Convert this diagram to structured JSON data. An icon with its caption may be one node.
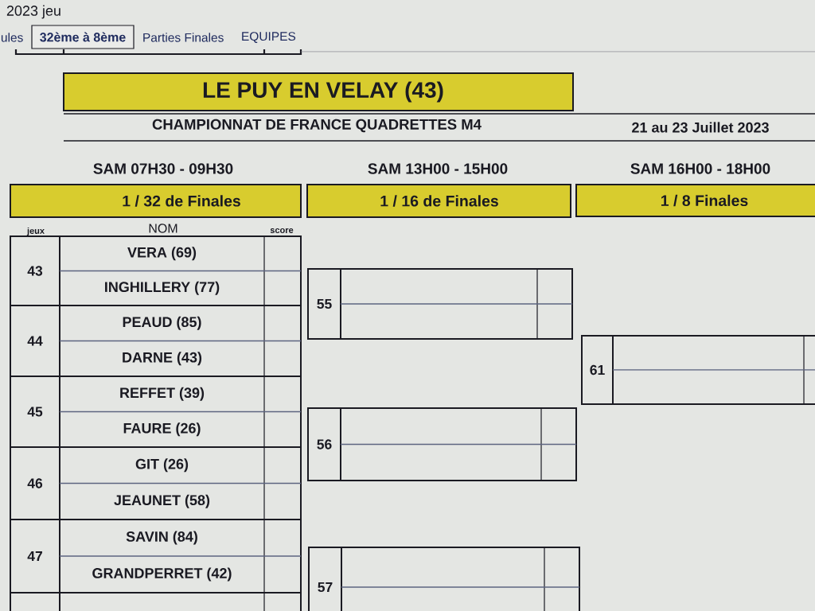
{
  "diagram": {
    "nodes": [
      {
        "text": [
          "32ème à 8ème"
        ]
      },
      {
        "text": [
          "LE PUY EN VELAY (43)"
        ]
      },
      {
        "text": [
          "1 / 32 de Finales"
        ],
        "beside": [
          "SAM 07H30 - 09H30"
        ]
      },
      {
        "text": [
          "1 / 16 de Finales"
        ],
        "beside": [
          "SAM 13H00 - 15H00"
        ]
      },
      {
        "text": [
          "1 / 8 Finales"
        ],
        "beside": [
          "SAM 16H00 - 18H00"
        ]
      },
      {
        "text": [
          "43"
        ]
      },
      {
        "text": [
          "VERA (69)"
        ],
        "in": 5
      },
      {
        "text": [
          "INGHILLERY (77)"
        ],
        "in": 5
      },
      {
        "text": [
          "44"
        ]
      },
      {
        "text": [
          "PEAUD (85)"
        ],
        "in": 8
      },
      {
        "text": [
          "DARNE (43)"
        ],
        "in": 8
      },
      {
        "text": [
          "45"
        ]
      },
      {
        "text": [
          "REFFET (39)"
        ],
        "in": 11
      },
      {
        "text": [
          "FAURE (26)"
        ],
        "in": 11
      },
      {
        "text": [
          "46"
        ]
      },
      {
        "text": [
          "GIT (26)"
        ],
        "in": 14
      },
      {
        "text": [
          "JEAUNET (58)"
        ],
        "in": 14
      },
      {
        "text": [
          "47"
        ]
      },
      {
        "text": [
          "SAVIN (84)"
        ],
        "in": 17
      },
      {
        "text": [
          "GRANDPERRET (42)"
        ],
        "in": 17
      },
      {
        "text": [],
        "shape": "box"
      },
      {
        "text": [
          "55"
        ]
      },
      {
        "text": [
          "56"
        ]
      },
      {
        "text": [
          "57"
        ]
      },
      {
        "text": [
          "61"
        ]
      }
    ],
    "labels": [
      "2023 jeu",
      "ules",
      "Parties Finales",
      "EQUIPES",
      "CHAMPIONNAT DE FRANCE QUADRETTES M4",
      "21 au 23 Juillet 2023",
      "jeux",
      "NOM",
      "score"
    ]
  }
}
